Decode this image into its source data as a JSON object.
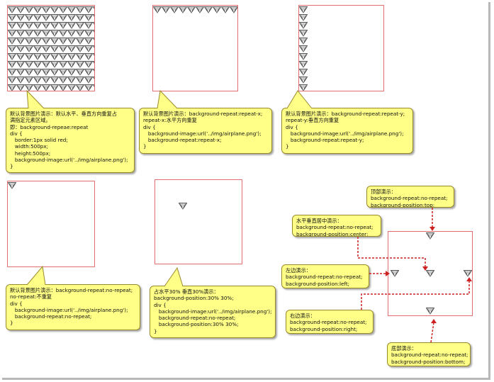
{
  "callouts": {
    "c1": [
      "默认背景图片演示：默认水平、垂直方向重复占",
      "满指定元素区域。",
      "即：background-repeae:repeat",
      "div {",
      "   border:1px solid red;",
      "   width:500px;",
      "   height:500px;",
      "   background-image:url('../img/airplane.png');",
      "}"
    ],
    "c2": [
      "默认背景图片演示：background-repeat:repeat-x;",
      "repeat-x:水平方向重复",
      "div {",
      "   background-image:url('../img/airplane.png');",
      "   background-repeat:repeat-x;",
      "}"
    ],
    "c3": [
      "默认背景图片演示：background-repeat:repeat-y;",
      "repeat-y:垂直方向重复",
      "div {",
      "   background-image:url('../img/airplane.png');",
      "   background-repeat:repeat-y;",
      "}"
    ],
    "c4": [
      "默认背景图片演示：background-repeat:no-repeat;",
      "no-repeat:不重复",
      "div {",
      "   background-image:url('../img/airplane.png');",
      "   background-repeat:no-repeat;",
      "}"
    ],
    "c5": [
      "占水平30% 垂直30%演示：",
      "background-position:30% 30%;",
      "div {",
      "   background-image:url('../img/airplane.png');",
      "   background-repeat:no-repeat;",
      "   background-position:30% 30%;",
      "}"
    ],
    "top": [
      "顶部演示：",
      "background-repeat:no-repeat;",
      "background-position:top;"
    ],
    "center": [
      "水平垂直居中演示：",
      "background-repeat:no-repeat;",
      "background-position:center;"
    ],
    "left": [
      "左边演示：",
      "background-repeat:no-repeat;",
      "background-position:left;"
    ],
    "right": [
      "右边演示：",
      "background-repeat:no-repeat;",
      "background-position:right;"
    ],
    "bottom": [
      "底部演示：",
      "background-repeat:no-repeat;",
      "background-position:bottom;"
    ]
  },
  "colors": {
    "box_border": "#e07070",
    "callout_bg": "#ffff88",
    "arrow": "#cc2222"
  }
}
